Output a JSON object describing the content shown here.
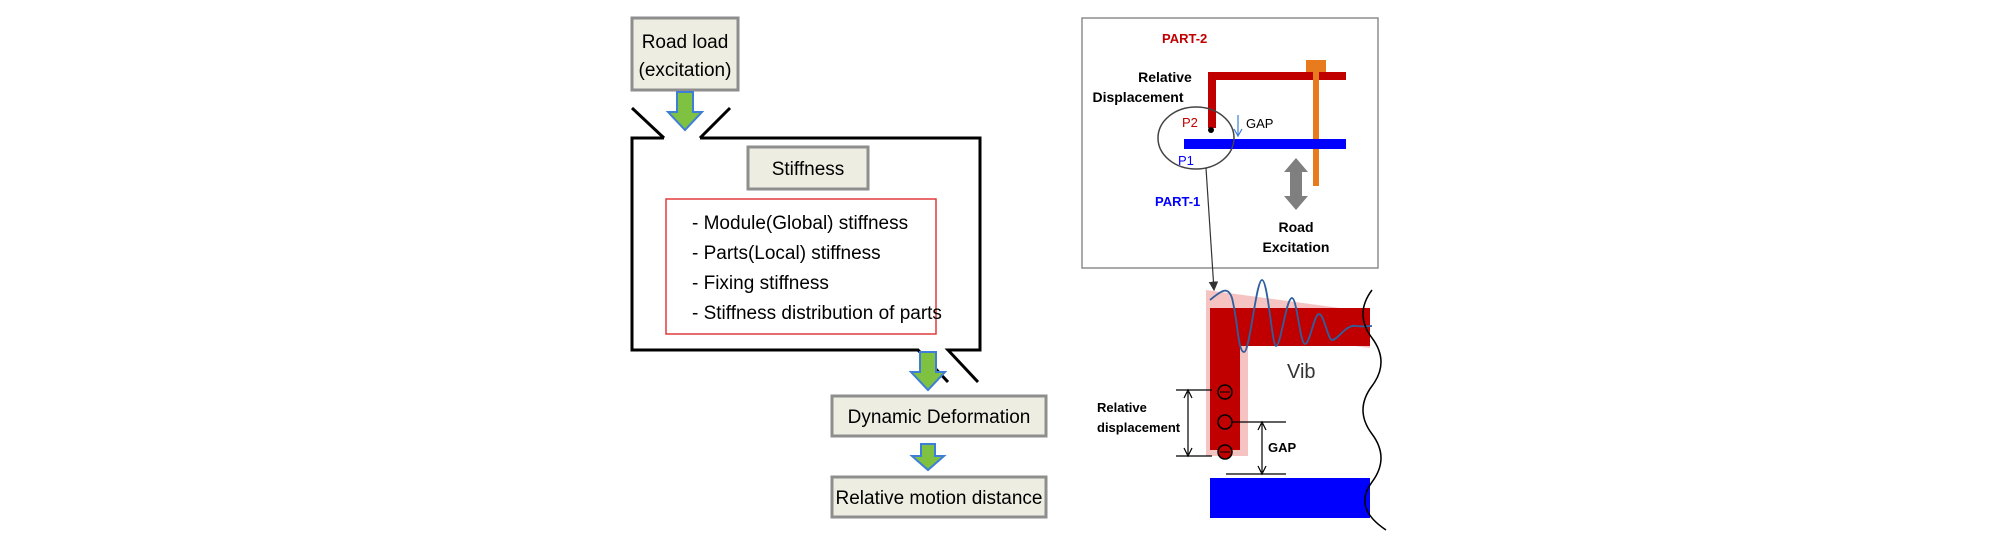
{
  "flowchart": {
    "road_load": [
      "Road load",
      "(excitation)"
    ],
    "stiffness_title": "Stiffness",
    "stiffness_items": [
      "- Module(Global) stiffness",
      "- Parts(Local) stiffness",
      "- Fixing stiffness",
      "- Stiffness distribution of parts"
    ],
    "dynamic_deformation": "Dynamic Deformation",
    "relative_motion_distance": "Relative motion distance"
  },
  "schematic": {
    "part2_label": "PART-2",
    "part1_label": "PART-1",
    "relative_displacement": [
      "Relative",
      "Displacement"
    ],
    "p2_label": "P2",
    "p1_label": "P1",
    "gap_label": "GAP",
    "road_excitation": [
      "Road",
      "Excitation"
    ]
  },
  "detail": {
    "vib_label": "Vib",
    "relative_displacement": [
      "Relative",
      "displacement"
    ],
    "gap_label": "GAP"
  },
  "colors": {
    "box_fill": "#eeede1",
    "box_border": "#8e8e8e",
    "arrow_green": "#7fc241",
    "arrow_blue": "#3f7ed6",
    "part2_red": "#c00000",
    "part1_blue": "#0000ff",
    "bolt_orange": "#e87b1e",
    "list_border": "#e13b3b"
  }
}
